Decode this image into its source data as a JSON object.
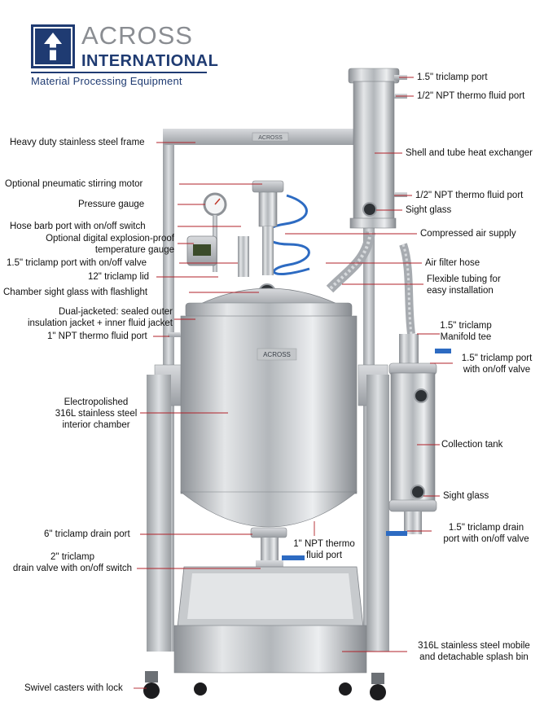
{
  "brand": {
    "name": "ACROSS",
    "sub": "INTERNATIONAL",
    "tagline": "Material Processing Equipment",
    "color": "#1f3b72"
  },
  "labels": {
    "l1": "Heavy duty stainless steel frame",
    "l2": "Optional pneumatic stirring motor",
    "l3": "Pressure gauge",
    "l4": "Hose barb port with on/off switch",
    "l5a": "Optional digital explosion-proof",
    "l5b": "temperature gauge",
    "l6": "1.5\" triclamp port with on/off valve",
    "l7": "12\" triclamp lid",
    "l8": "Chamber sight glass with flashlight",
    "l9a": "Dual-jacketed: sealed outer",
    "l9b": "insulation jacket + inner fluid jacket",
    "l10": "1\" NPT thermo fluid port",
    "l11a": "Electropolished",
    "l11b": "316L stainless steel",
    "l11c": "interior chamber",
    "l12": "6\" triclamp drain port",
    "l13a": "2\" triclamp",
    "l13b": "drain valve with on/off switch",
    "l14": "Swivel casters with lock",
    "r1": "1.5\" triclamp port",
    "r2": "1/2\" NPT thermo fluid port",
    "r3": "Shell and tube heat exchanger",
    "r4": "1/2\" NPT thermo fluid port",
    "r5": "Sight glass",
    "r6": "Compressed air supply",
    "r7": "Air filter hose",
    "r8a": "Flexible tubing for",
    "r8b": "easy installation",
    "r9a": "1.5\" triclamp",
    "r9b": "Manifold tee",
    "r10a": "1.5\" triclamp port",
    "r10b": "with on/off valve",
    "r11": "Collection tank",
    "r12": "Sight glass",
    "r13a": "1.5\" triclamp drain",
    "r13b": "port with on/off valve",
    "m1a": "1\" NPT thermo",
    "m1b": "fluid port",
    "r14a": "316L stainless steel mobile",
    "r14b": "and detachable splash bin"
  },
  "nameplate": "ACROSS"
}
